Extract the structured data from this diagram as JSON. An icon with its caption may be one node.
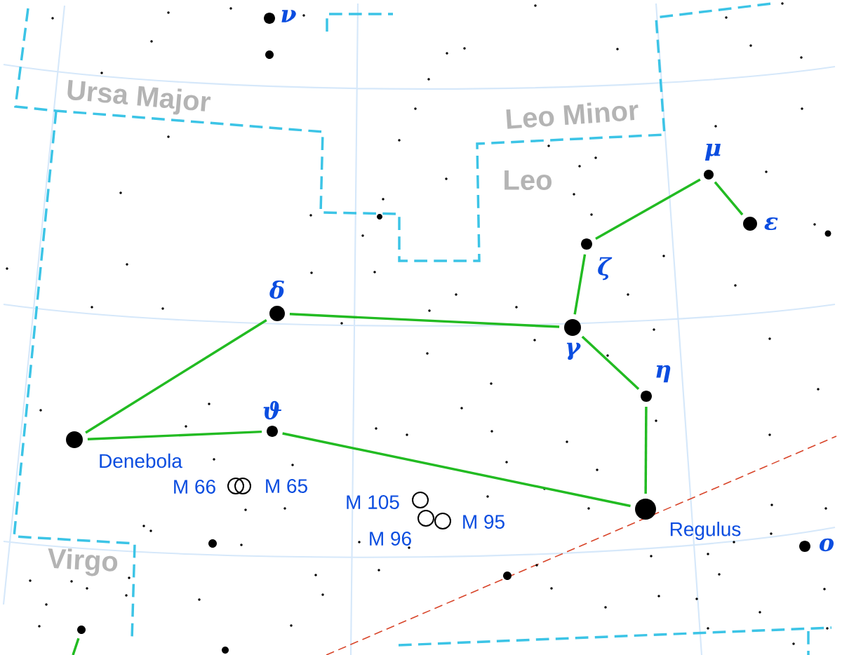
{
  "diagram": {
    "nodes": [
      {
        "text": [],
        "shape": "circle",
        "beside": [
          "δ"
        ]
      },
      {
        "text": [],
        "shape": "circle",
        "beside": [
          "Denebola"
        ]
      },
      {
        "text": [],
        "shape": "circle",
        "beside": [
          "ϑ"
        ]
      },
      {
        "text": [],
        "shape": "circle",
        "beside": [
          "γ"
        ]
      },
      {
        "text": [],
        "shape": "circle",
        "beside": [
          "ζ"
        ]
      },
      {
        "text": [],
        "shape": "circle",
        "beside": [
          "μ"
        ]
      },
      {
        "text": [],
        "shape": "circle",
        "beside": [
          "ε"
        ]
      },
      {
        "text": [],
        "shape": "circle",
        "beside": [
          "η"
        ]
      },
      {
        "text": [],
        "shape": "circle",
        "beside": [
          "Regulus"
        ]
      },
      {
        "text": [],
        "shape": "circle",
        "beside": [
          "ν"
        ]
      },
      {
        "text": [],
        "shape": "circle",
        "beside": [
          "ο"
        ]
      },
      {
        "text": [],
        "shape": "circle"
      },
      {
        "text": [],
        "shape": "circle",
        "beside": [
          "M 66"
        ]
      },
      {
        "text": [],
        "shape": "circle",
        "beside": [
          "M 65"
        ]
      },
      {
        "text": [],
        "shape": "circle",
        "beside": [
          "M 105"
        ]
      },
      {
        "text": [],
        "shape": "circle",
        "beside": [
          "M 96"
        ]
      },
      {
        "text": [],
        "shape": "circle",
        "beside": [
          "M 95"
        ]
      },
      {
        "text": [],
        "shape": "circle"
      },
      {
        "text": [],
        "shape": "circle"
      },
      {
        "text": [],
        "shape": "circle"
      },
      {
        "text": [],
        "shape": "circle"
      },
      {
        "text": [],
        "shape": "circle"
      },
      {
        "text": [],
        "shape": "circle"
      }
    ],
    "edges": [
      {
        "from": 1,
        "to": 0,
        "arrow": "none"
      },
      {
        "from": 0,
        "to": 3,
        "arrow": "none"
      },
      {
        "from": 3,
        "to": 4,
        "arrow": "none"
      },
      {
        "from": 4,
        "to": 5,
        "arrow": "none"
      },
      {
        "from": 5,
        "to": 6,
        "arrow": "none"
      },
      {
        "from": 3,
        "to": 7,
        "arrow": "none"
      },
      {
        "from": 7,
        "to": 8,
        "arrow": "none"
      },
      {
        "from": 8,
        "to": 2,
        "arrow": "none"
      },
      {
        "from": 2,
        "to": 1,
        "arrow": "none"
      },
      {
        "from": 11,
        "to": null,
        "arrow": "none"
      }
    ],
    "labels": [
      "Ursa Major",
      "Leo Minor",
      "Leo",
      "Virgo"
    ]
  }
}
